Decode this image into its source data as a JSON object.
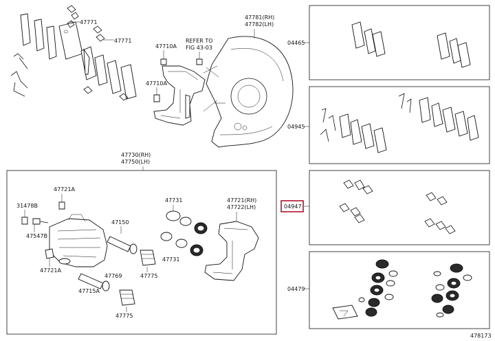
{
  "labels": {
    "p47771a": "47771",
    "p47771b": "47771",
    "p47710a": "47710A",
    "p47710b": "47710A",
    "refer1": "REFER TO",
    "refer2": "FIG 43-03",
    "p47781": "47781(RH)",
    "p47782": "47782(LH)",
    "p47730": "47730(RH)",
    "p47750": "47750(LH)",
    "p31478": "31478B",
    "p47721a1": "47721A",
    "p47547": "47547B",
    "p47721a2": "47721A",
    "p47150": "47150",
    "p47731a": "47731",
    "p47731b": "47731",
    "p47721": "47721(RH)",
    "p47722": "47722(LH)",
    "p47769": "47769",
    "p47775a": "47775",
    "p47775b": "47775",
    "p47715": "47715A",
    "k04465": "04465",
    "k04945": "04945",
    "k04947": "04947",
    "k04479": "04479",
    "fig_id": "478173"
  }
}
